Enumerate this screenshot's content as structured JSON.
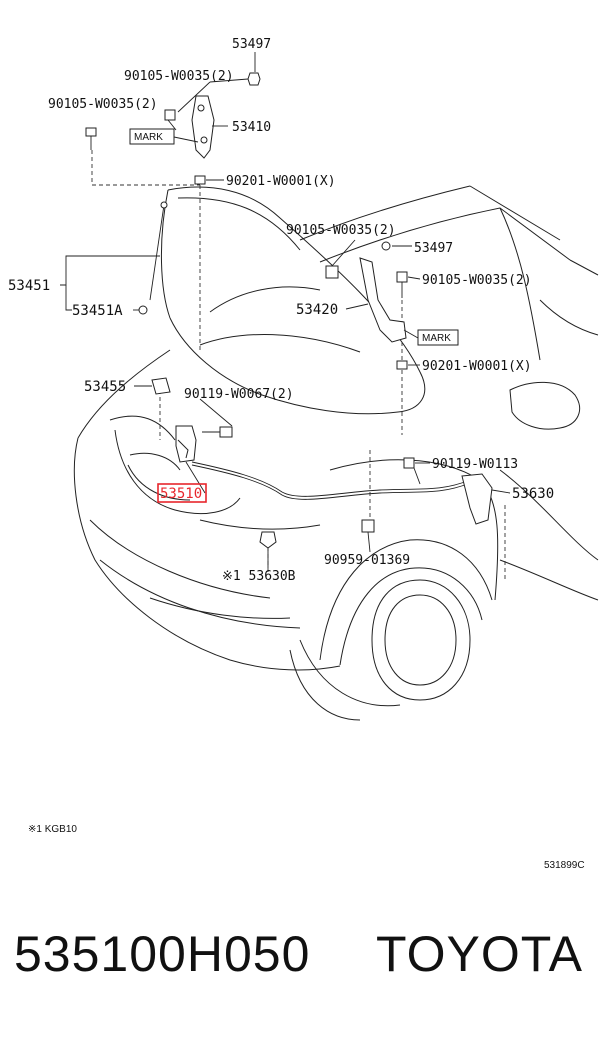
{
  "diagram": {
    "labels": {
      "l53497_top": "53497",
      "l90105_a": "90105-W0035(2)",
      "l90105_b": "90105-W0035(2)",
      "l53410": "53410",
      "mark_a": "MARK",
      "l90201_a": "90201-W0001(X)",
      "l90105_c": "90105-W0035(2)",
      "l53497_mid": "53497",
      "l90105_d": "90105-W0035(2)",
      "l53451": "53451",
      "l53451A": "53451A",
      "l53420": "53420",
      "mark_b": "MARK",
      "l90201_b": "90201-W0001(X)",
      "l53455": "53455",
      "l90119_a": "90119-W0067(2)",
      "l90119_b": "90119-W0113",
      "l53510": "53510",
      "l53630": "53630",
      "l90959": "90959-01369",
      "l53630B": "※1 53630B"
    },
    "footnote": "※1 KGB10",
    "illustration_code": "531899C"
  },
  "footer": {
    "part_number": "535100H050",
    "brand": "TOYOTA"
  },
  "colors": {
    "highlight": "#e8262c",
    "line": "#222222"
  }
}
